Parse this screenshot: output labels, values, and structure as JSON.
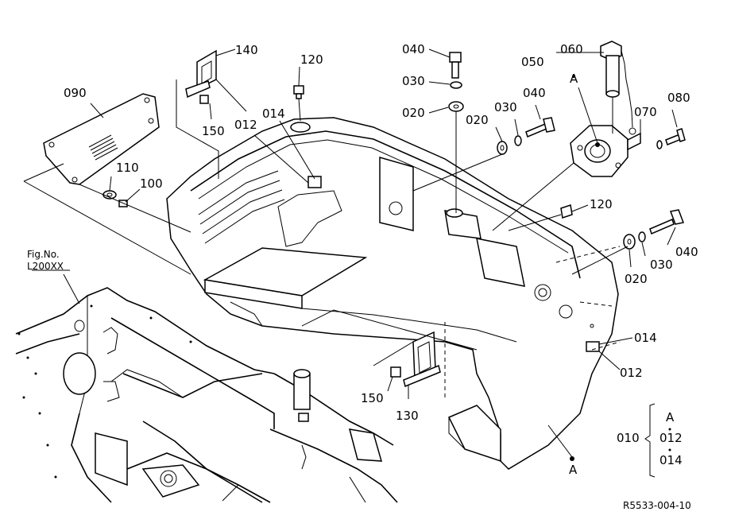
{
  "callouts": {
    "p040_top": "040",
    "p030_top": "030",
    "p020_top": "020",
    "p050": "050",
    "p060": "060",
    "p060_sub": "A",
    "p140": "140",
    "p120_top": "120",
    "p090": "090",
    "p150_left": "150",
    "p012_left": "012",
    "p014_left": "014",
    "p020_mid": "020",
    "p030_mid": "030",
    "p040_mid": "040",
    "p070": "070",
    "p080": "080",
    "p110": "110",
    "p100": "100",
    "p120_right": "120",
    "p040_right": "040",
    "p030_right": "030",
    "p020_right": "020",
    "p014_right": "014",
    "p012_right": "012",
    "p150_bottom": "150",
    "p130": "130",
    "pA_bottom": "A"
  },
  "figure_ref": {
    "line1": "Fig.No.",
    "line2": "L200XX"
  },
  "legend": {
    "assembly": "010",
    "items": [
      "A",
      "012",
      "014"
    ]
  },
  "drawing_number": "R5533-004-10"
}
